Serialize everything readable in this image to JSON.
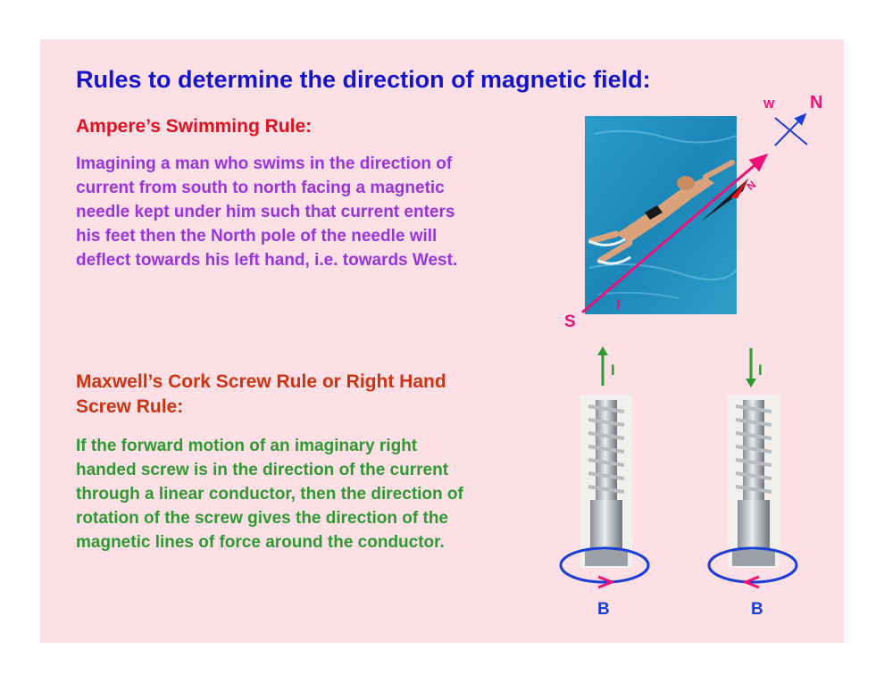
{
  "title": "Rules to determine the direction of magnetic field:",
  "ampere": {
    "heading": "Ampere’s Swimming Rule:",
    "body": "Imagining a man who swims in the direction of current from south to north facing a magnetic needle kept under him such that current enters his feet then the North pole of the needle will deflect towards his left hand, i.e. towards West."
  },
  "maxwell": {
    "heading": "Maxwell’s Cork Screw Rule or Right Hand Screw Rule:",
    "body": "If the forward motion of an imaginary right handed screw is in the direction of the current through a linear conductor, then the direction of rotation of the screw gives the direction of the magnetic lines of force around the conductor."
  },
  "swimmer_figure": {
    "south_label": "S",
    "current_label": "I",
    "needle_label": "N",
    "compass_north": "N",
    "compass_west": "W"
  },
  "screw_figures": [
    {
      "current_label": "I",
      "current_direction": "up",
      "field_label": "B",
      "rotation": "anticlockwise arrow toward right"
    },
    {
      "current_label": "I",
      "current_direction": "down",
      "field_label": "B",
      "rotation": "arrow toward left"
    }
  ],
  "colors": {
    "background": "#fde0e6",
    "title": "#1414cc",
    "ampere_heading": "#e0101e",
    "ampere_body": "#9933dd",
    "maxwell_heading": "#cc3311",
    "maxwell_body": "#2e9932",
    "current_arrow": "#2e9932",
    "field_ring": "#1a3fd6",
    "field_arrow": "#ee1177"
  }
}
